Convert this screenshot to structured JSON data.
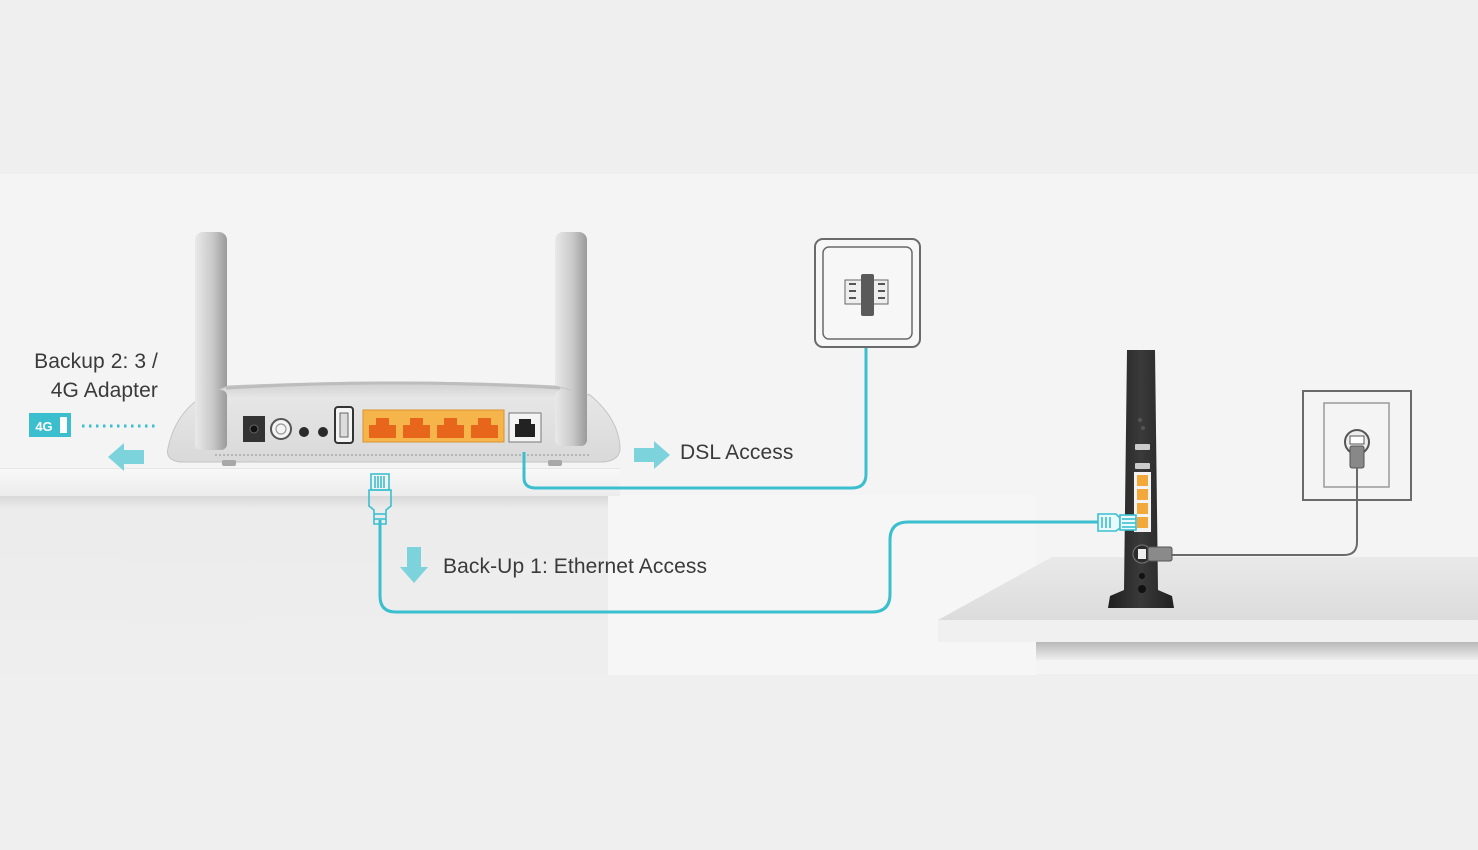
{
  "labels": {
    "backup2_line1": "Backup 2: 3 /",
    "backup2_line2": "4G Adapter",
    "dsl": "DSL Access",
    "backup1": "Back-Up 1: Ethernet Access",
    "adapter_badge": "4G"
  },
  "icons": {
    "backup2_arrow": "arrow-left",
    "dsl_arrow": "arrow-right",
    "backup1_arrow": "arrow-down",
    "adapter": "4g-usb-adapter-icon",
    "dsl_jack": "phone-wall-jack-icon",
    "power_outlet": "power-outlet-icon"
  },
  "colors": {
    "accent": "#3bbfcf",
    "arrow": "#7dd3dc",
    "port_orange": "#f6a623",
    "text": "#3a3a3a",
    "modem_body": "#2b2b2b",
    "outline": "#6a6a6a"
  },
  "devices": {
    "router_lan_ports": 4,
    "modem_lan_ports": 4
  }
}
